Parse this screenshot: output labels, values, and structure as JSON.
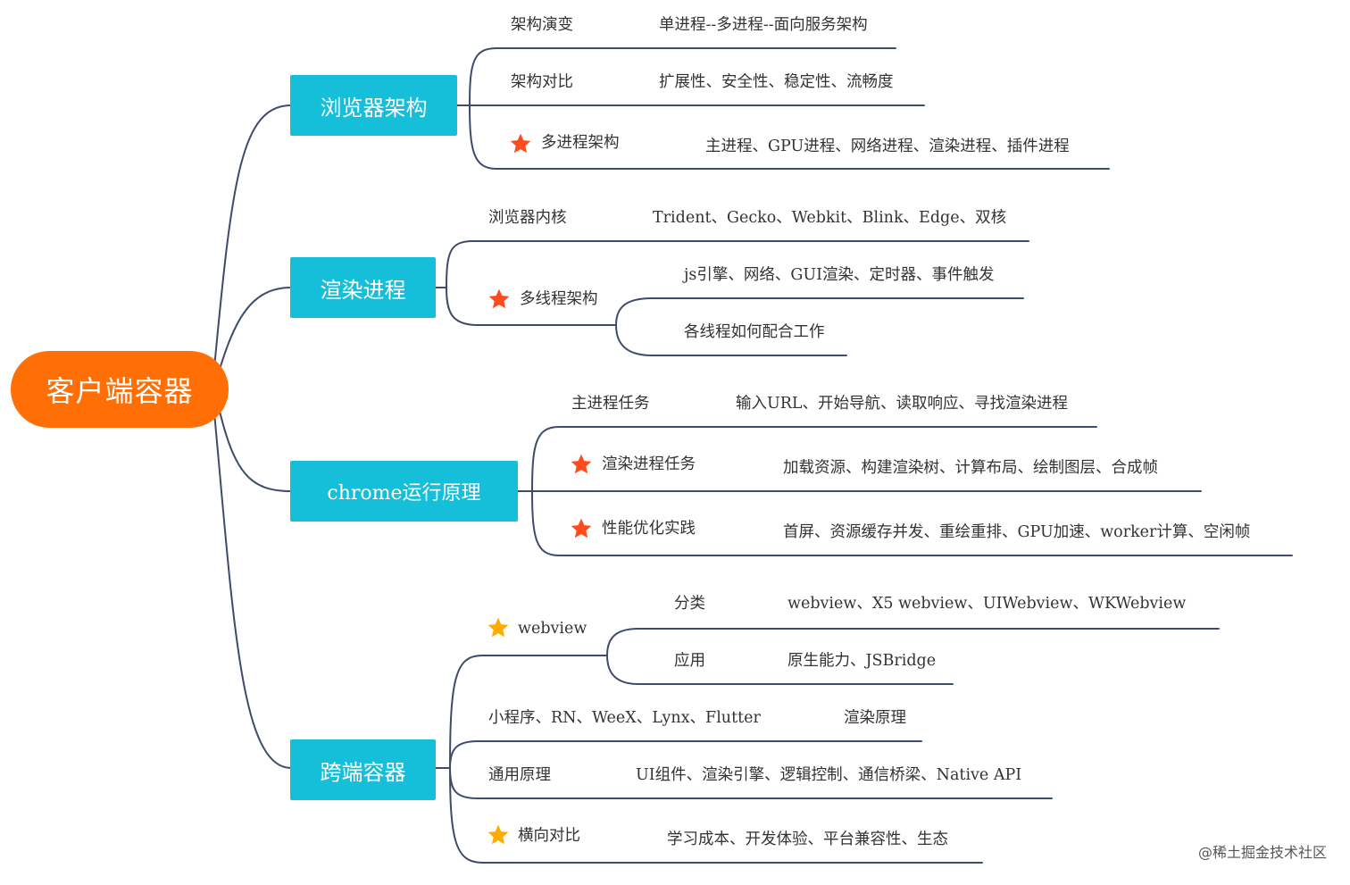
{
  "root": "客户端容器",
  "branches": {
    "arch": {
      "title": "浏览器架构",
      "items": [
        {
          "label": "架构演变",
          "detail": "单进程--多进程--面向服务架构"
        },
        {
          "label": "架构对比",
          "detail": "扩展性、安全性、稳定性、流畅度"
        },
        {
          "label": "多进程架构",
          "detail": "主进程、GPU进程、网络进程、渲染进程、插件进程"
        }
      ]
    },
    "render": {
      "title": "渲染进程",
      "items": [
        {
          "label": "浏览器内核",
          "detail": "Trident、Gecko、Webkit、Blink、Edge、双核"
        },
        {
          "label": "多线程架构",
          "details": [
            "js引擎、网络、GUI渲染、定时器、事件触发",
            "各线程如何配合工作"
          ]
        }
      ]
    },
    "chrome": {
      "title": "chrome运行原理",
      "items": [
        {
          "label": "主进程任务",
          "detail": "输入URL、开始导航、读取响应、寻找渲染进程"
        },
        {
          "label": "渲染进程任务",
          "detail": "加载资源、构建渲染树、计算布局、绘制图层、合成帧"
        },
        {
          "label": "性能优化实践",
          "detail": "首屏、资源缓存并发、重绘重排、GPU加速、worker计算、空闲帧"
        }
      ]
    },
    "cross": {
      "title": "跨端容器",
      "webview": {
        "label": "webview",
        "children": [
          {
            "label": "分类",
            "detail": "webview、X5 webview、UIWebview、WKWebview"
          },
          {
            "label": "应用",
            "detail": "原生能力、JSBridge"
          }
        ]
      },
      "items": [
        {
          "label": "小程序、RN、WeeX、Lynx、Flutter",
          "detail": "渲染原理"
        },
        {
          "label": "通用原理",
          "detail": "UI组件、渲染引擎、逻辑控制、通信桥梁、Native API"
        },
        {
          "label": "横向对比",
          "detail": "学习成本、开发体验、平台兼容性、生态"
        }
      ]
    }
  },
  "watermark": "@稀土掘金技术社区",
  "colors": {
    "root": "#ff6f06",
    "branch": "#16bfd9",
    "line": "#3e4b6b",
    "star_red": "#ff4a1c",
    "star_orange": "#ffab00"
  }
}
